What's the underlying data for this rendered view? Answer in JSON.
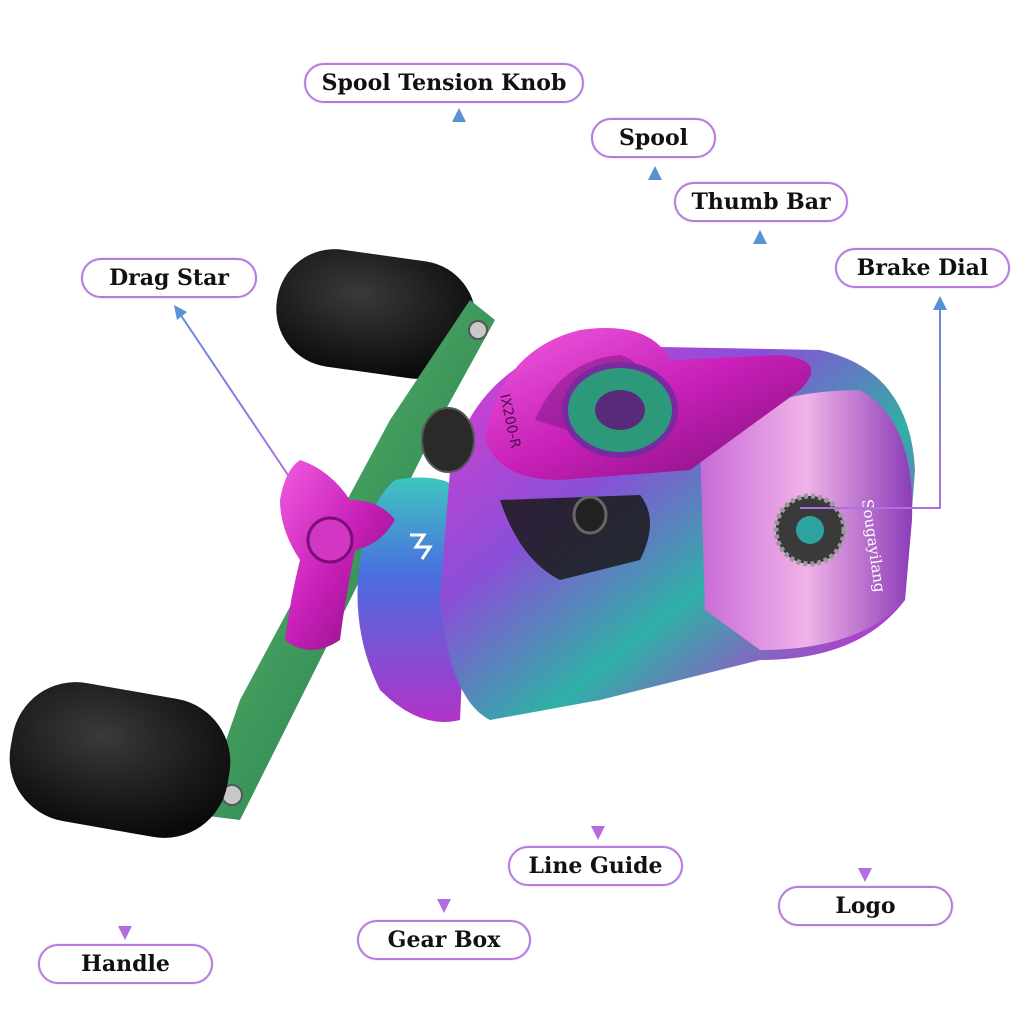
{
  "labels": {
    "spool_tension_knob": "Spool Tension Knob",
    "spool": "Spool",
    "thumb_bar": "Thumb Bar",
    "brake_dial": "Brake Dial",
    "drag_star": "Drag Star",
    "handle": "Handle",
    "gear_box": "Gear Box",
    "line_guide": "Line Guide",
    "logo": "Logo"
  },
  "reel_markings": {
    "model_text": "IX200-R",
    "brand_text": "Sougayilang"
  },
  "colors": {
    "label_border": "#b77be0",
    "arrow_start": "#5b8fd6",
    "arrow_end": "#b26ee0",
    "reel_magenta": "#d62fc6",
    "reel_green": "#3a9c5a",
    "reel_teal": "#2aa7a0",
    "knob_black": "#1a1a1a"
  }
}
